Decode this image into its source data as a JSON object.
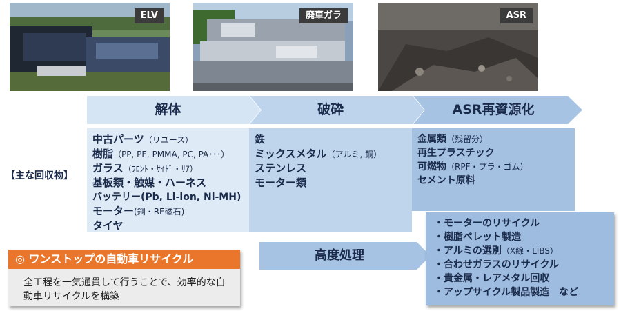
{
  "photos": [
    {
      "tag": "ELV"
    },
    {
      "tag": "廃車ガラ"
    },
    {
      "tag": "ASR"
    }
  ],
  "stages": [
    "解体",
    "破砕",
    "ASR再資源化"
  ],
  "recovered_label": "【主な回収物】",
  "columns": {
    "dismantling": [
      {
        "main": "中古パーツ",
        "sub": "（リユース）"
      },
      {
        "main": "樹脂",
        "sub": "（PP, PE, PMMA, PC, PA･･･）"
      },
      {
        "main": "ガラス",
        "sub": "（ﾌﾛﾝﾄ・ｻｲﾄﾞ・ﾘｱ）"
      },
      {
        "main": "基板類・触媒・ハーネス",
        "sub": ""
      },
      {
        "main": "バッテリー(Pb, Li-ion, Ni-MH)",
        "sub": ""
      },
      {
        "main": "モーター",
        "sub": "(銅・RE磁石)"
      },
      {
        "main": "タイヤ",
        "sub": ""
      }
    ],
    "shredding": [
      {
        "main": "鉄",
        "sub": ""
      },
      {
        "main": "ミックスメタル",
        "sub": "（アルミ, 銅）"
      },
      {
        "main": "ステンレス",
        "sub": ""
      },
      {
        "main": "モーター類",
        "sub": ""
      }
    ],
    "asr": [
      {
        "main": "金属類",
        "sub": "（残留分）"
      },
      {
        "main": "再生プラスチック",
        "sub": ""
      },
      {
        "main": "可燃物",
        "sub": "（RPF・プラ・ゴム）"
      },
      {
        "main": "セメント原料",
        "sub": ""
      }
    ]
  },
  "callout": {
    "title": "◎ ワンストップの自動車リサイクル",
    "body": "全工程を一気通貫して行うことで、効率的な自動車リサイクルを構築"
  },
  "advanced": {
    "label": "高度処理",
    "items": [
      {
        "main": "・モーターのリサイクル",
        "sub": ""
      },
      {
        "main": "・樹脂ペレット製造",
        "sub": ""
      },
      {
        "main": "・アルミの選別",
        "sub": "（X線・LIBS）"
      },
      {
        "main": "・合わせガラスのリサイクル",
        "sub": ""
      },
      {
        "main": "・貴金属・レアメタル回収",
        "sub": ""
      },
      {
        "main": "・アップサイクル製品製造　など",
        "sub": ""
      }
    ]
  },
  "colors": {
    "arrow_light": "#d6e5f4",
    "arrow_mid": "#bdd4ec",
    "arrow_dark": "#a7c3e3",
    "callout_orange": "#e9762b",
    "advanced_box": "#9dbcdf"
  }
}
